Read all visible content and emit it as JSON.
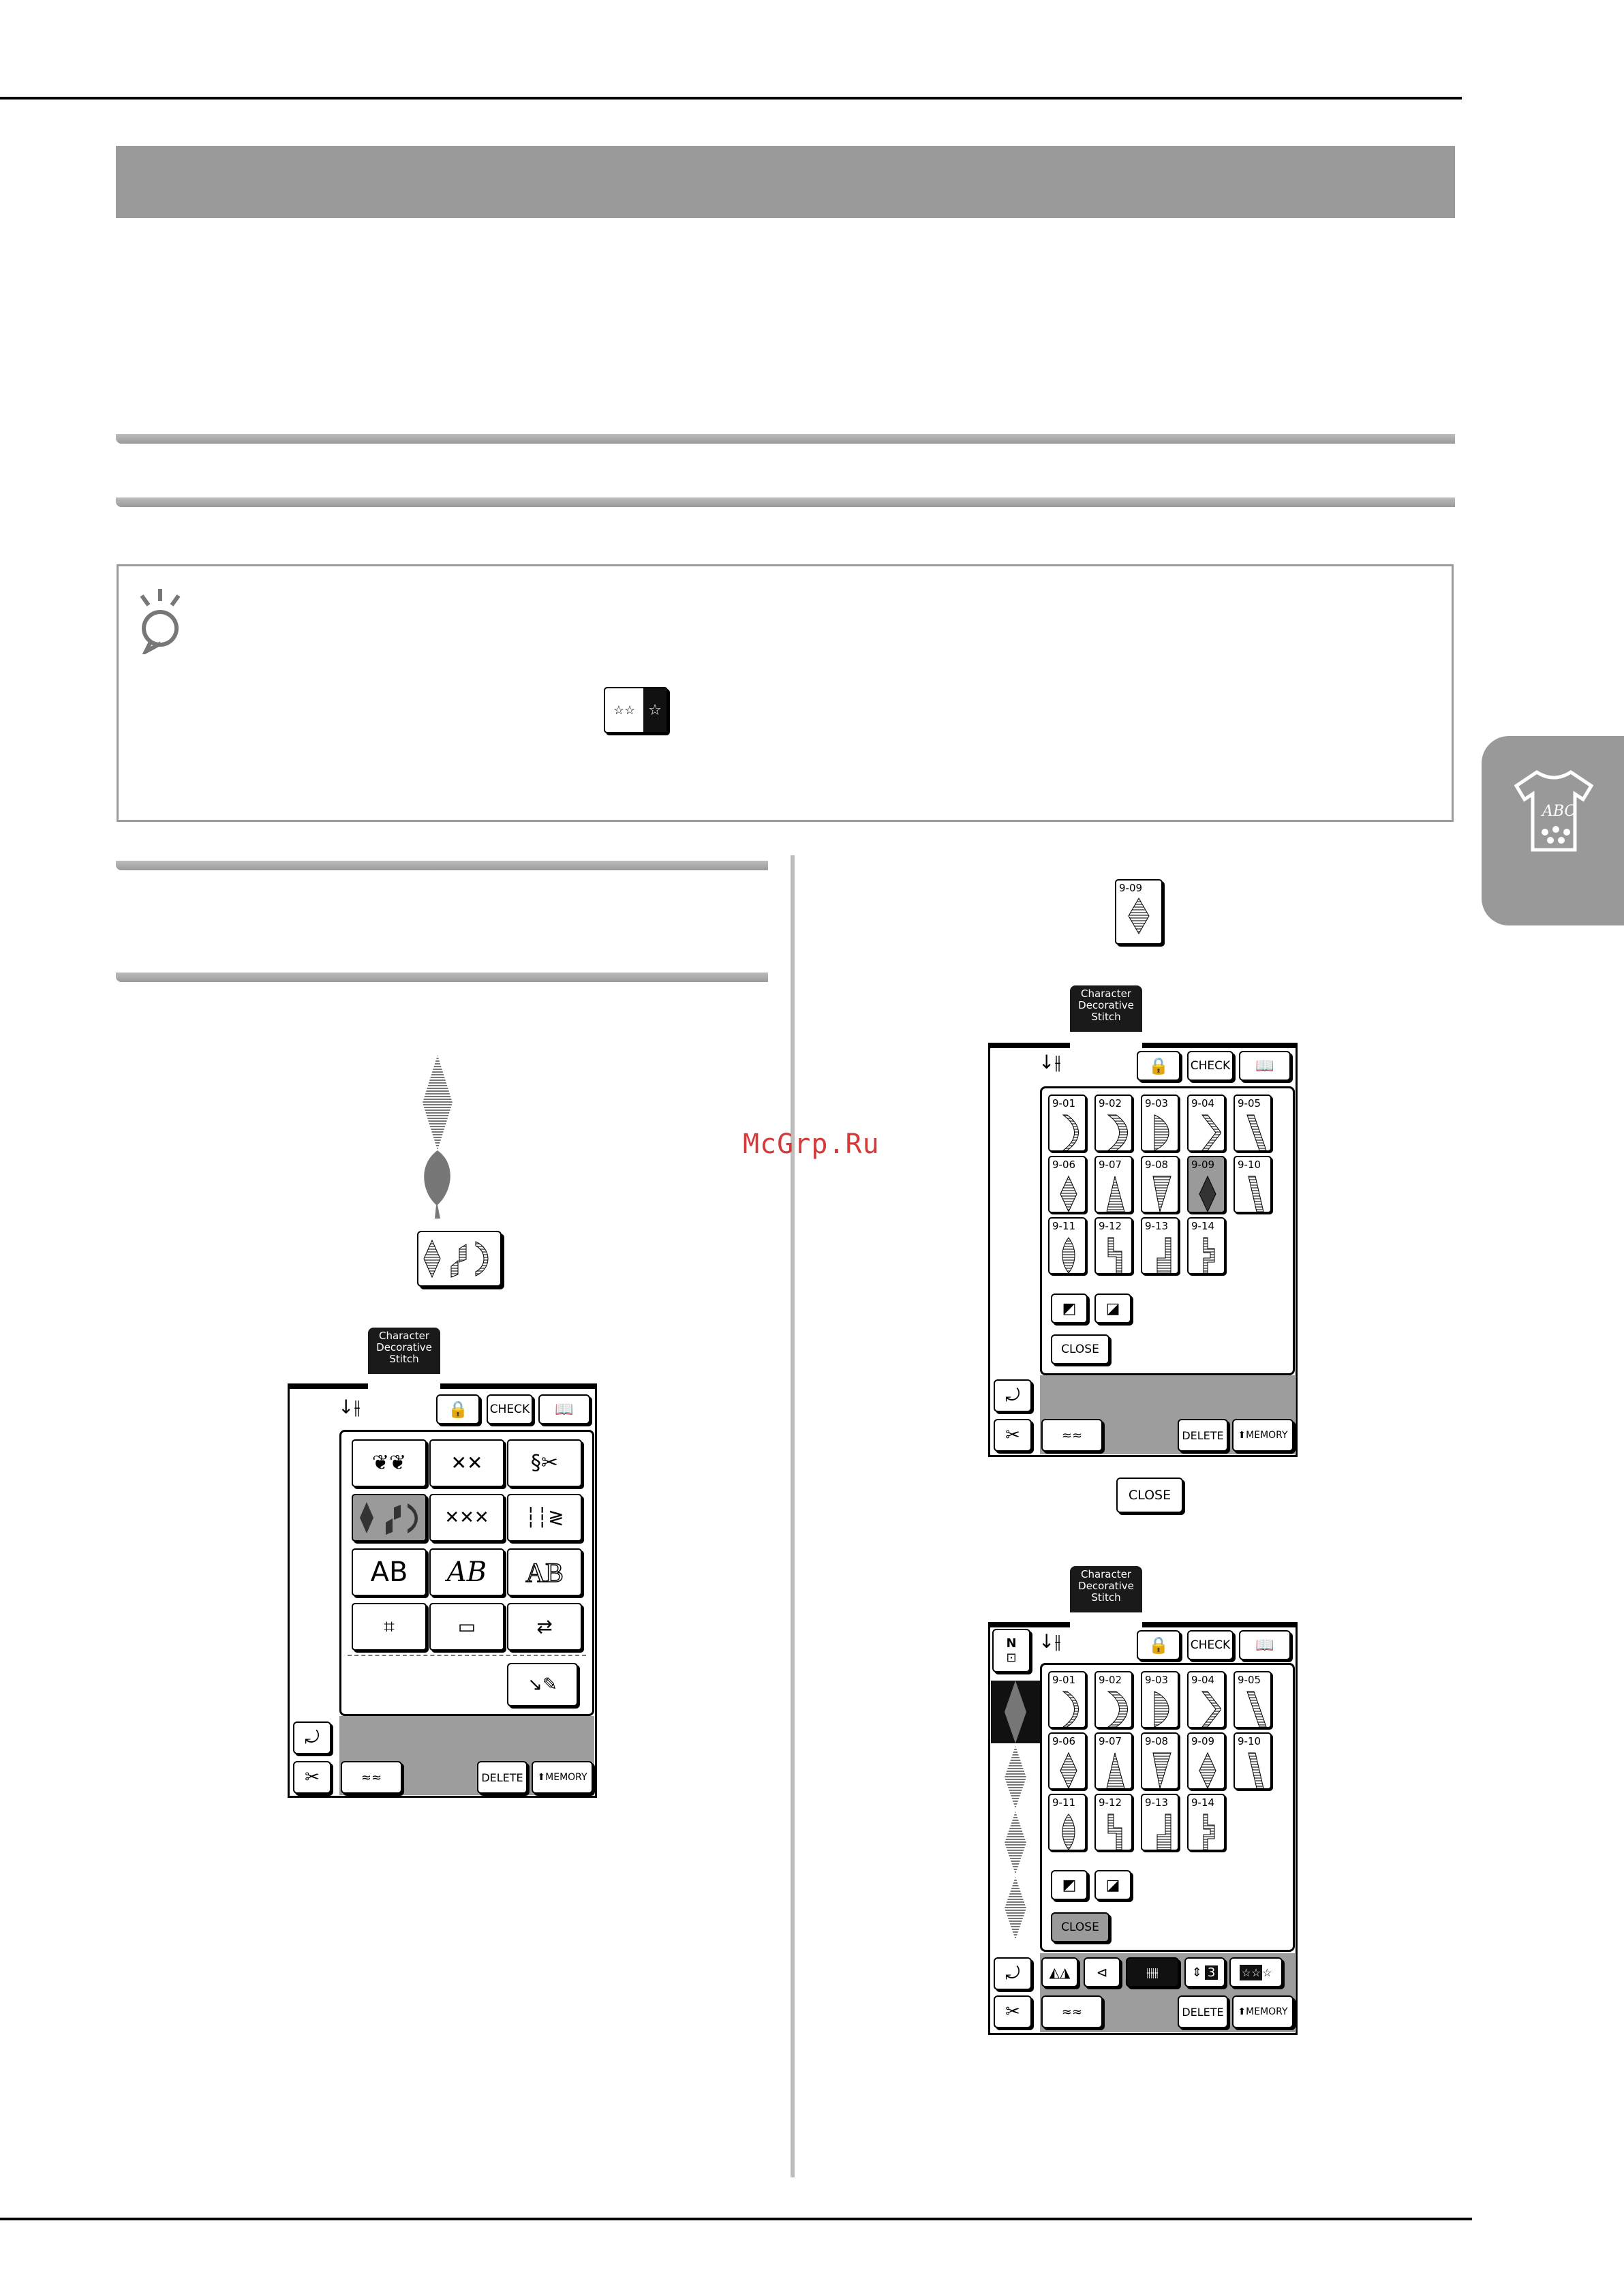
{
  "watermark": "McGrp.Ru",
  "screen": {
    "tab_caption_line1": "Character",
    "tab_caption_line2": "Decorative",
    "tab_caption_line3": "Stitch",
    "check_label": "CHECK",
    "delete_label": "DELETE",
    "memory_label": "MEMORY",
    "close_label": "CLOSE",
    "counter_value": "3"
  },
  "category_buttons": {
    "alpha1": "AB",
    "alpha2": "AB",
    "alpha3": "AB"
  },
  "stitch_numbers": [
    "9-01",
    "9-02",
    "9-03",
    "9-04",
    "9-05",
    "9-06",
    "9-07",
    "9-08",
    "9-09",
    "9-10",
    "9-11",
    "9-12",
    "9-13",
    "9-14"
  ],
  "selected_stitch_label": "9-09",
  "close_button_standalone": "CLOSE",
  "side_tab_label": "ABC",
  "colors": {
    "band_gray": "#9a9a9a",
    "watermark_red": "#d43a3a",
    "selected_gray": "#9a9a9a"
  }
}
